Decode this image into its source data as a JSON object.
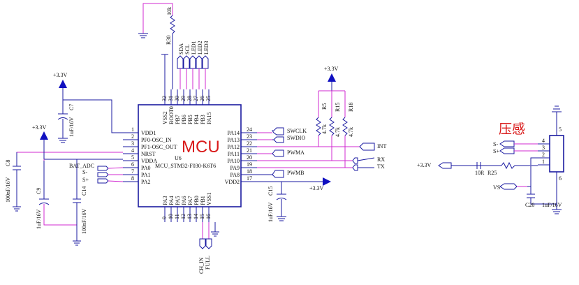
{
  "mcu": {
    "label": "MCU",
    "ref": "U6",
    "part": "MCU_STM32-F030-K6T6",
    "left_pins": [
      {
        "num": "1",
        "name": "VDD1"
      },
      {
        "num": "2",
        "name": "PF0-OSC_IN"
      },
      {
        "num": "3",
        "name": "PF1-OSC_OUT"
      },
      {
        "num": "4",
        "name": "NRST"
      },
      {
        "num": "5",
        "name": "VDDA"
      },
      {
        "num": "6",
        "name": "PA0"
      },
      {
        "num": "7",
        "name": "PA1"
      },
      {
        "num": "8",
        "name": "PA2"
      }
    ],
    "right_pins": [
      {
        "num": "24",
        "name": "PA14"
      },
      {
        "num": "23",
        "name": "PA13"
      },
      {
        "num": "22",
        "name": "PA12"
      },
      {
        "num": "21",
        "name": "PA11"
      },
      {
        "num": "20",
        "name": "PA10"
      },
      {
        "num": "19",
        "name": "PA9"
      },
      {
        "num": "18",
        "name": "PA8"
      },
      {
        "num": "17",
        "name": "VDD2"
      }
    ],
    "top_pins": [
      {
        "num": "32",
        "name": "VSS2"
      },
      {
        "num": "31",
        "name": "BOOT0"
      },
      {
        "num": "30",
        "name": "PB7"
      },
      {
        "num": "29",
        "name": "PB6"
      },
      {
        "num": "28",
        "name": "PB5"
      },
      {
        "num": "27",
        "name": "PB4"
      },
      {
        "num": "26",
        "name": "PB3"
      },
      {
        "num": "25",
        "name": "PA15"
      }
    ],
    "bottom_pins": [
      {
        "num": "9",
        "name": "PA3"
      },
      {
        "num": "10",
        "name": "PA4"
      },
      {
        "num": "11",
        "name": "PA5"
      },
      {
        "num": "12",
        "name": "PA6"
      },
      {
        "num": "13",
        "name": "PA7"
      },
      {
        "num": "14",
        "name": "PB0"
      },
      {
        "num": "15",
        "name": "PB1"
      },
      {
        "num": "16",
        "name": "VSS1"
      }
    ]
  },
  "nets": {
    "sda": "SDA",
    "scl": "SCL",
    "led1": "LED1",
    "led2": "LED2",
    "led3": "LED3",
    "swclk": "SWCLK",
    "swdio": "SWDIO",
    "int": "INT",
    "pwma": "PWMA",
    "rx": "RX",
    "tx": "TX",
    "pwmb": "PWMB",
    "bat_adc": "BAT_ADC",
    "s_minus": "S-",
    "s_plus": "S+",
    "ch_in": "CH_IN",
    "full": "FULL",
    "vs": "VS"
  },
  "power": {
    "v33": "+3.3V"
  },
  "components": {
    "r30": "R30",
    "r30_val": "10k",
    "c7": "C7",
    "c7_val": "1uF/16V",
    "c8": "C8",
    "c8_val": "100nF/16V",
    "c9": "C9",
    "c9_val": "1uF/16V",
    "c14": "C14",
    "c14_val": "100nF/16V",
    "c15": "C15",
    "c15_val": "1uF/16V",
    "r5": "R5",
    "r15": "R15",
    "r18": "R18",
    "r_pull_val": "4.7k",
    "r25": "R25",
    "r25_val": "10R",
    "c20": "C20",
    "c20_val": "1uF/16V"
  },
  "sensor": {
    "title": "压感",
    "pins": [
      {
        "num": "4",
        "label": "S-"
      },
      {
        "num": "3",
        "label": "S+"
      },
      {
        "num": "2",
        "label": ""
      },
      {
        "num": "1",
        "label": ""
      }
    ],
    "pin5": "5",
    "pin6": "6"
  }
}
